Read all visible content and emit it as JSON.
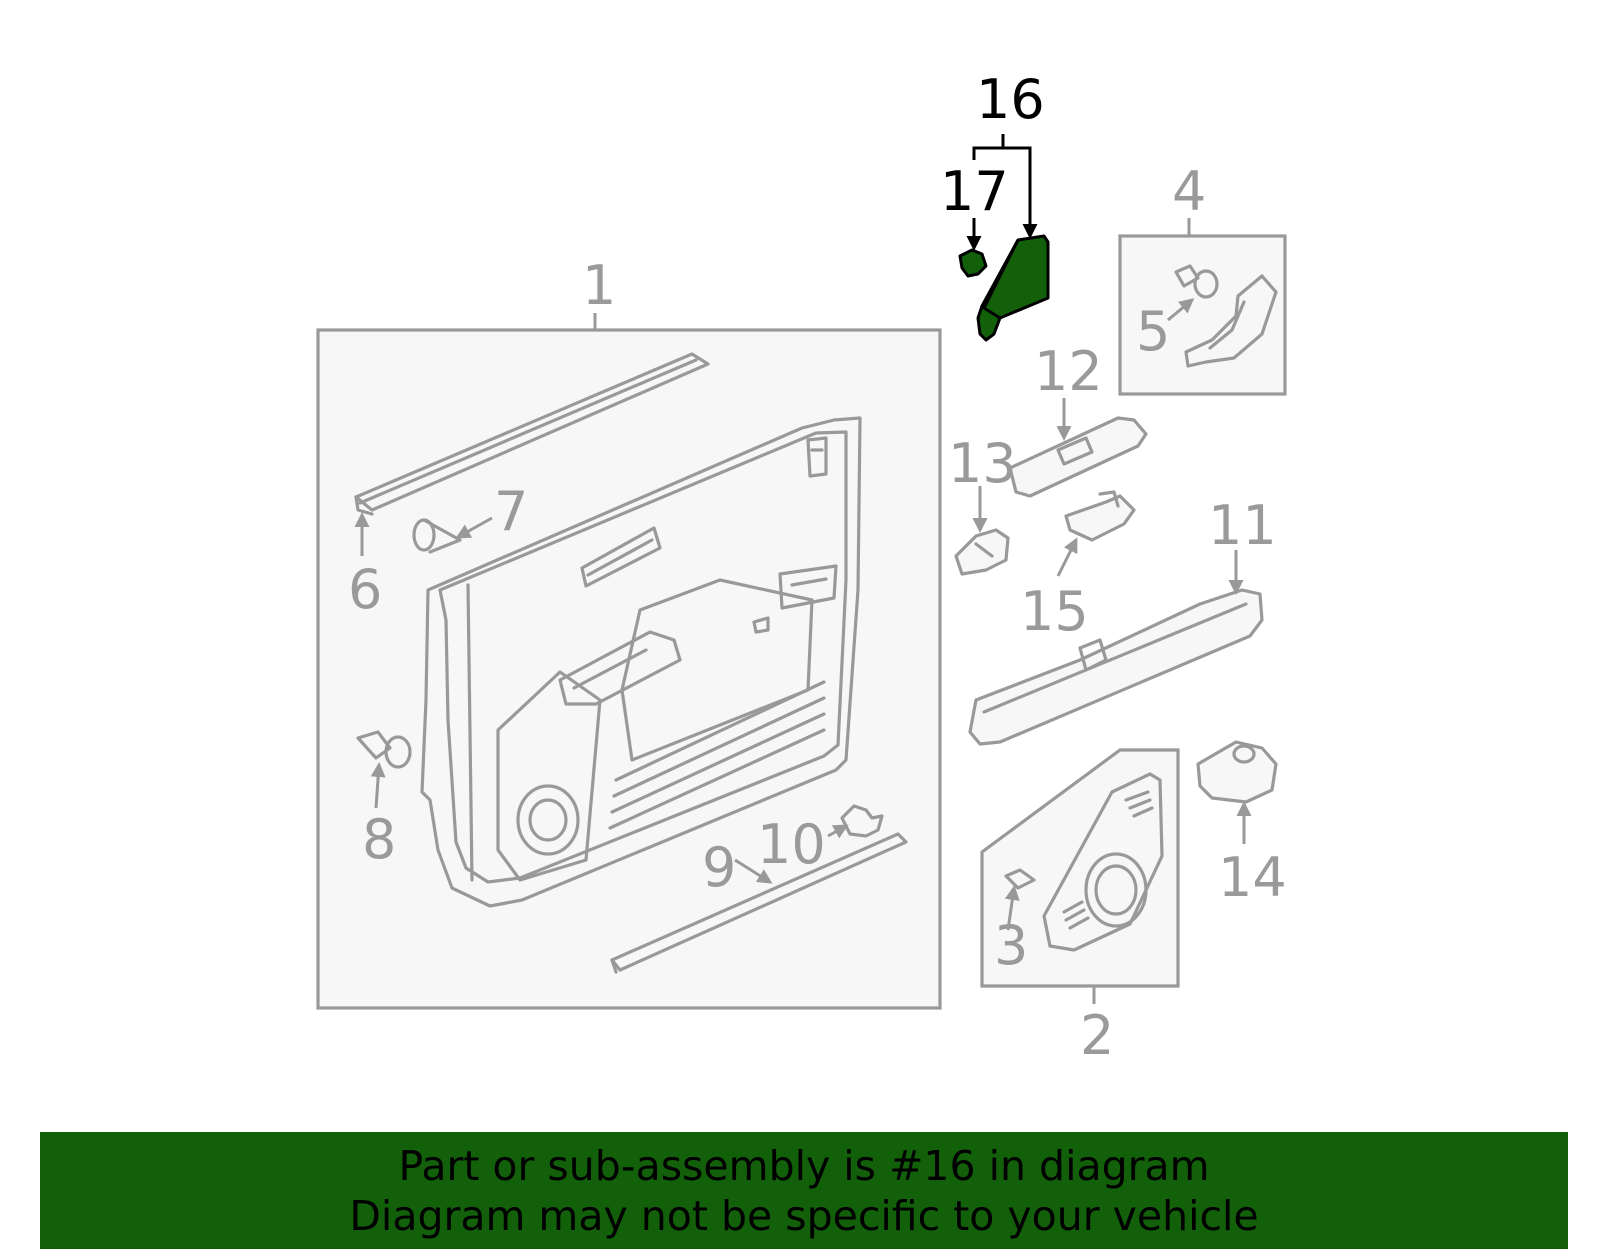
{
  "colors": {
    "highlight": "#13600a",
    "line": "#999999",
    "box_fill": "#f7f7f7",
    "banner": "#13600a"
  },
  "callouts": {
    "c1": "1",
    "c2": "2",
    "c3": "3",
    "c4": "4",
    "c5": "5",
    "c6": "6",
    "c7": "7",
    "c8": "8",
    "c9": "9",
    "c10": "10",
    "c11": "11",
    "c12": "12",
    "c13": "13",
    "c14": "14",
    "c15": "15",
    "c16": "16",
    "c17": "17"
  },
  "highlighted_part": "16",
  "banner": {
    "line1": "Part or sub-assembly is #16 in diagram",
    "line2": "Diagram may not be specific to your vehicle"
  }
}
